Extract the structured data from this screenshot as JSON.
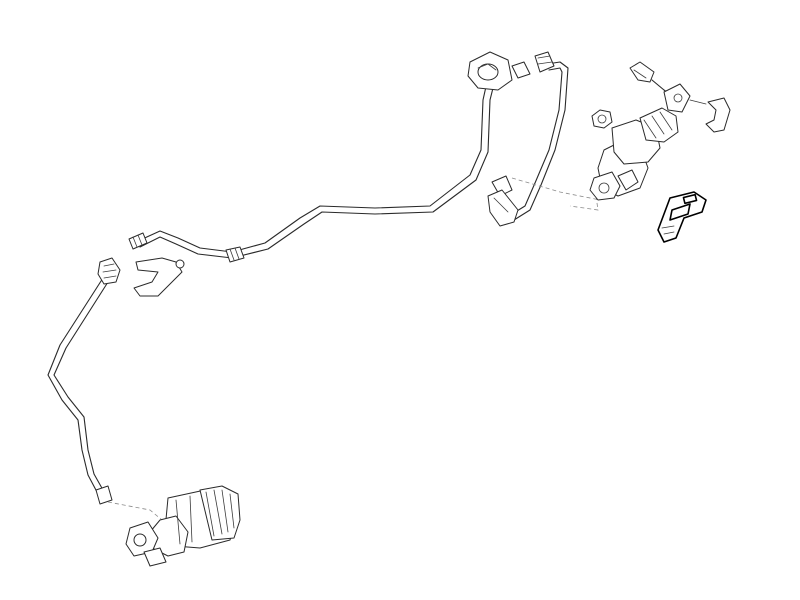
{
  "diagram": {
    "parts": [
      "hydraulic-pipe",
      "master-cylinder",
      "slave-cylinder",
      "pipe-bracket",
      "pipe-coupling",
      "retaining-clip",
      "clip-bracket",
      "hex-nut",
      "bleeder-valve",
      "pushrod-clevis",
      "clutch-pedal-sensor"
    ],
    "highlighted_part": "clutch-pedal-sensor",
    "line_color": "#2a2a2a",
    "background": "#ffffff"
  }
}
